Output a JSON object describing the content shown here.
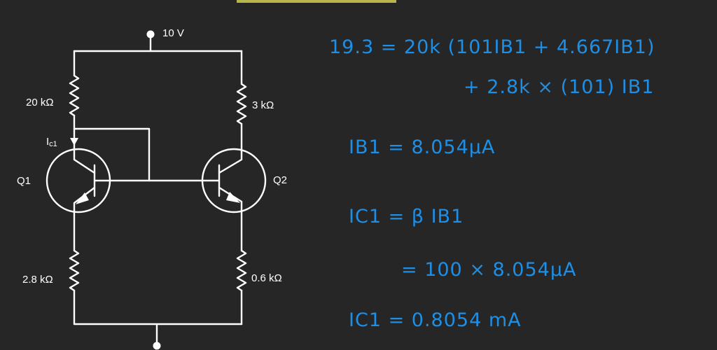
{
  "circuit": {
    "supply_label": "10 V",
    "r_top_left": "20 kΩ",
    "r_top_right": "3 kΩ",
    "r_bottom_left": "2.8 kΩ",
    "r_bottom_right": "0.6 kΩ",
    "ic1_main": "I",
    "ic1_sub": "c1",
    "q1_label": "Q1",
    "q2_label": "Q2"
  },
  "equations": {
    "line1": "19.3 = 20k (101IB1 + 4.667IB1)",
    "line2": "+ 2.8k × (101) IB1",
    "line3": "IB1 = 8.054μA",
    "line4": "IC1 = β IB1",
    "line5": "= 100 × 8.054μA",
    "line6": "IC1 = 0.8054 mA"
  },
  "colors": {
    "background": "#262626",
    "ink": "#1e8fe6",
    "wire": "#ffffff",
    "accent_bar": "#b8b54a"
  }
}
